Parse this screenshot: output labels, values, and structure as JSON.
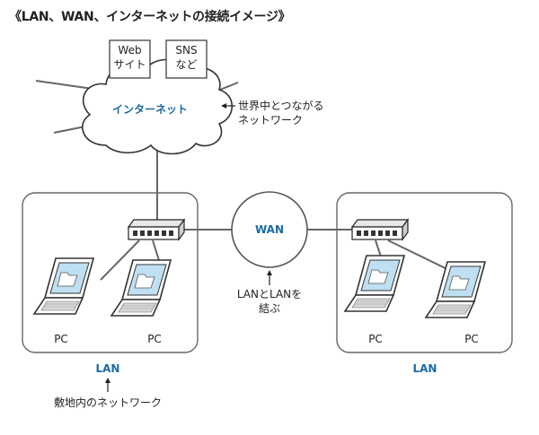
{
  "title": "《LAN、WAN、インターネットの接続イメージ》",
  "internet": {
    "label": "インターネット",
    "note_line1": "世界中とつながる",
    "note_line2": "ネットワーク",
    "services": [
      {
        "line1": "Web",
        "line2": "サイト"
      },
      {
        "line1": "SNS",
        "line2": "など"
      }
    ]
  },
  "wan": {
    "label": "WAN",
    "note_line1": "LANとLANを",
    "note_line2": "結ぶ"
  },
  "lan_left": {
    "label": "LAN",
    "pcs": [
      "PC",
      "PC"
    ],
    "note": "敷地内のネットワーク"
  },
  "lan_right": {
    "label": "LAN",
    "pcs": [
      "PC",
      "PC"
    ]
  },
  "colors": {
    "accent": "#1a6aa6",
    "line": "#555555",
    "screen": "#bfe0f2",
    "box_border": "#666666"
  }
}
